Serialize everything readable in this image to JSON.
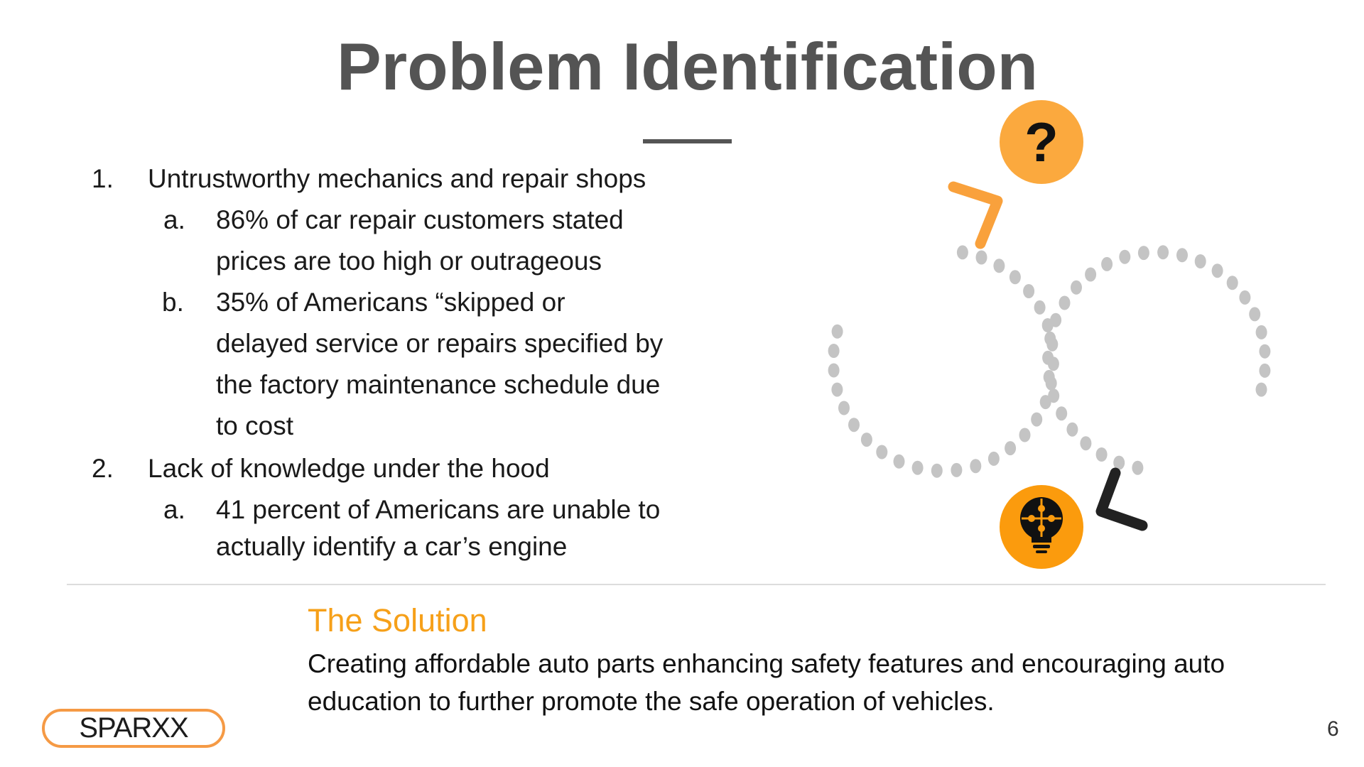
{
  "title": "Problem Identification",
  "list": [
    {
      "marker": "1.",
      "lines": [
        "Untrustworthy mechanics and repair shops"
      ]
    },
    {
      "marker": "a.",
      "lines": [
        "86% of car repair customers stated",
        "prices are too high or outrageous"
      ]
    },
    {
      "marker": "b.",
      "lines": [
        "35% of Americans “skipped or",
        "delayed service or repairs specified by",
        "the factory maintenance schedule due",
        "to cost"
      ]
    },
    {
      "marker": "2.",
      "lines": [
        "Lack of knowledge under the hood"
      ]
    },
    {
      "marker": "a.",
      "lines": [
        "41 percent of Americans are unable to",
        "actually identify a car’s engine"
      ]
    }
  ],
  "solution": {
    "title": "The Solution",
    "text": "Creating affordable auto parts enhancing safety features and encouraging auto education to further promote the safe operation of vehicles."
  },
  "logo_text": "SPARXX",
  "page_number": "6",
  "graphic": {
    "top_icon": "question-mark-icon",
    "top_symbol": "?",
    "bottom_icon": "lightbulb-puzzle-icon",
    "colors": {
      "accent": "#f9a13c",
      "dots": "#c4c4c4",
      "dark": "#222222"
    }
  }
}
